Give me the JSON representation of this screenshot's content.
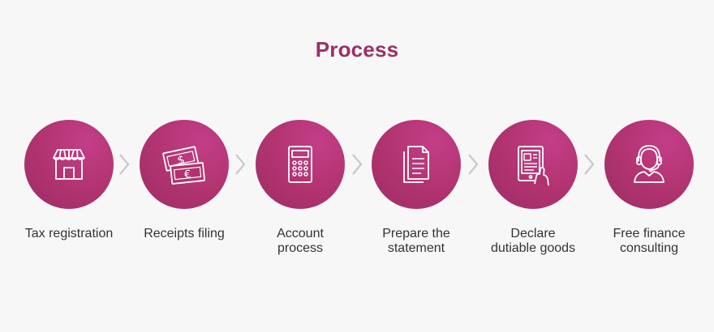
{
  "title": "Process",
  "colors": {
    "accent": "#9c2f68",
    "circle": "#b0336f",
    "chevron": "#c8c8c8",
    "text": "#333333",
    "background": "#f7f7f7"
  },
  "steps": [
    {
      "line1": "Tax registration",
      "line2": "",
      "icon": "storefront-icon"
    },
    {
      "line1": "Receipts filing",
      "line2": "",
      "icon": "banknotes-icon"
    },
    {
      "line1": "Account",
      "line2": "process",
      "icon": "calculator-icon"
    },
    {
      "line1": "Prepare the",
      "line2": "statement",
      "icon": "documents-icon"
    },
    {
      "line1": "Declare",
      "line2": "dutiable goods",
      "icon": "tablet-touch-icon"
    },
    {
      "line1": "Free finance",
      "line2": "consulting",
      "icon": "headset-operator-icon"
    }
  ]
}
